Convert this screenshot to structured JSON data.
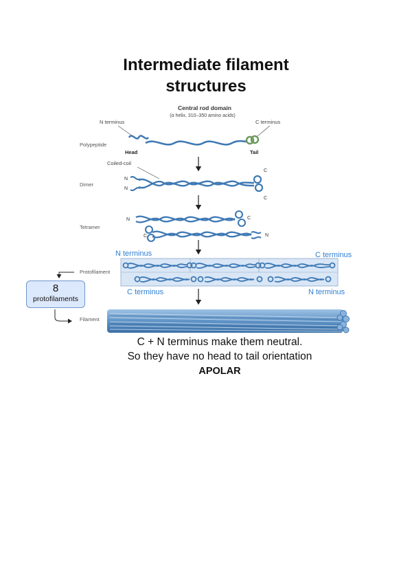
{
  "title": {
    "line1": "Intermediate filament",
    "line2": "structures"
  },
  "diagram": {
    "rod_label": "Central rod domain",
    "rod_sub": "(α helix, 310–350 amino acids)",
    "n_terminus": "N terminus",
    "c_terminus": "C terminus",
    "head": "Head",
    "tail": "Tail",
    "coiled_coil": "Coiled-coil",
    "n": "N",
    "c": "C",
    "stages": [
      "Polypeptide",
      "Dimer",
      "Tetramer",
      "Protofilament",
      "Filament"
    ],
    "proto_labels": {
      "n_top": "N terminus",
      "c_top": "C terminus",
      "c_bottom": "C terminus",
      "n_bottom": "N terminus"
    }
  },
  "callout": {
    "number": "8",
    "label": "protofilaments"
  },
  "note": {
    "line1": "C + N terminus make them neutral.",
    "line2": "So they have no head to tail orientation",
    "emphasis": "APOLAR"
  },
  "colors": {
    "helix": "#3f79b4",
    "helix_light": "#8ab3dd",
    "tail": "#6c9a5e",
    "accent_text": "#2f7fd2",
    "panel": "#d8e6f6"
  }
}
